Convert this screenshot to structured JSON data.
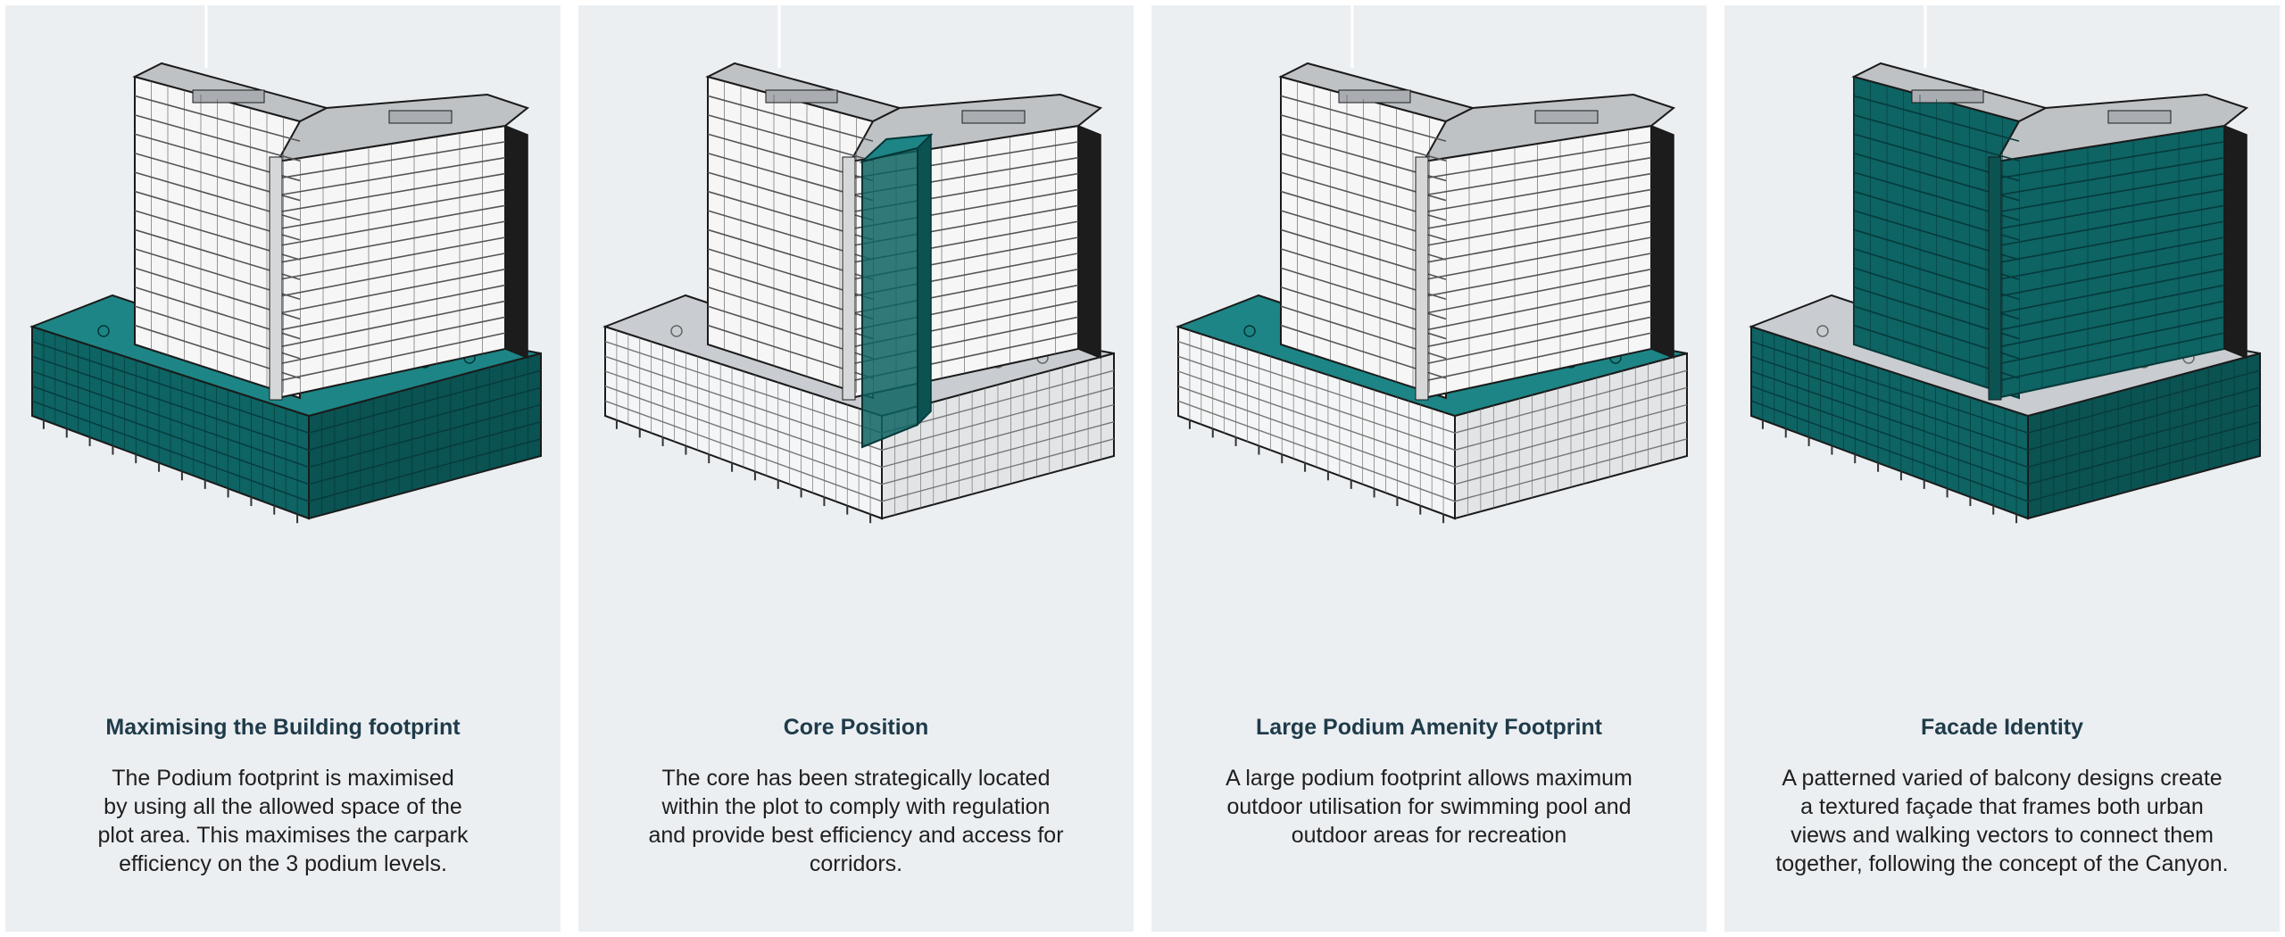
{
  "colors": {
    "teal": "#0e6363",
    "teal_light": "#1d8585",
    "panel_bg": "#eceff2",
    "title_text": "#1f3b4a"
  },
  "panels": [
    {
      "title": "Maximising the Building footprint",
      "highlight": "podium",
      "lines": [
        "The Podium footprint is maximised",
        "by using all the allowed space of the",
        "plot area. This maximises the carpark",
        "efficiency on the 3 podium levels."
      ]
    },
    {
      "title": "Core Position",
      "highlight": "core",
      "lines": [
        "The core has been strategically located",
        "within the plot to comply with regulation",
        "and provide best efficiency and access for",
        "corridors."
      ]
    },
    {
      "title": "Large Podium Amenity Footprint",
      "highlight": "roof",
      "lines": [
        "A large podium footprint allows maximum",
        "outdoor utilisation for swimming pool and",
        "outdoor areas for recreation"
      ]
    },
    {
      "title": "Facade Identity",
      "highlight": "facade",
      "lines": [
        "A patterned varied of balcony designs create",
        "a textured façade that frames both urban",
        "views and walking vectors to connect them",
        "together, following the concept of the Canyon."
      ]
    }
  ]
}
